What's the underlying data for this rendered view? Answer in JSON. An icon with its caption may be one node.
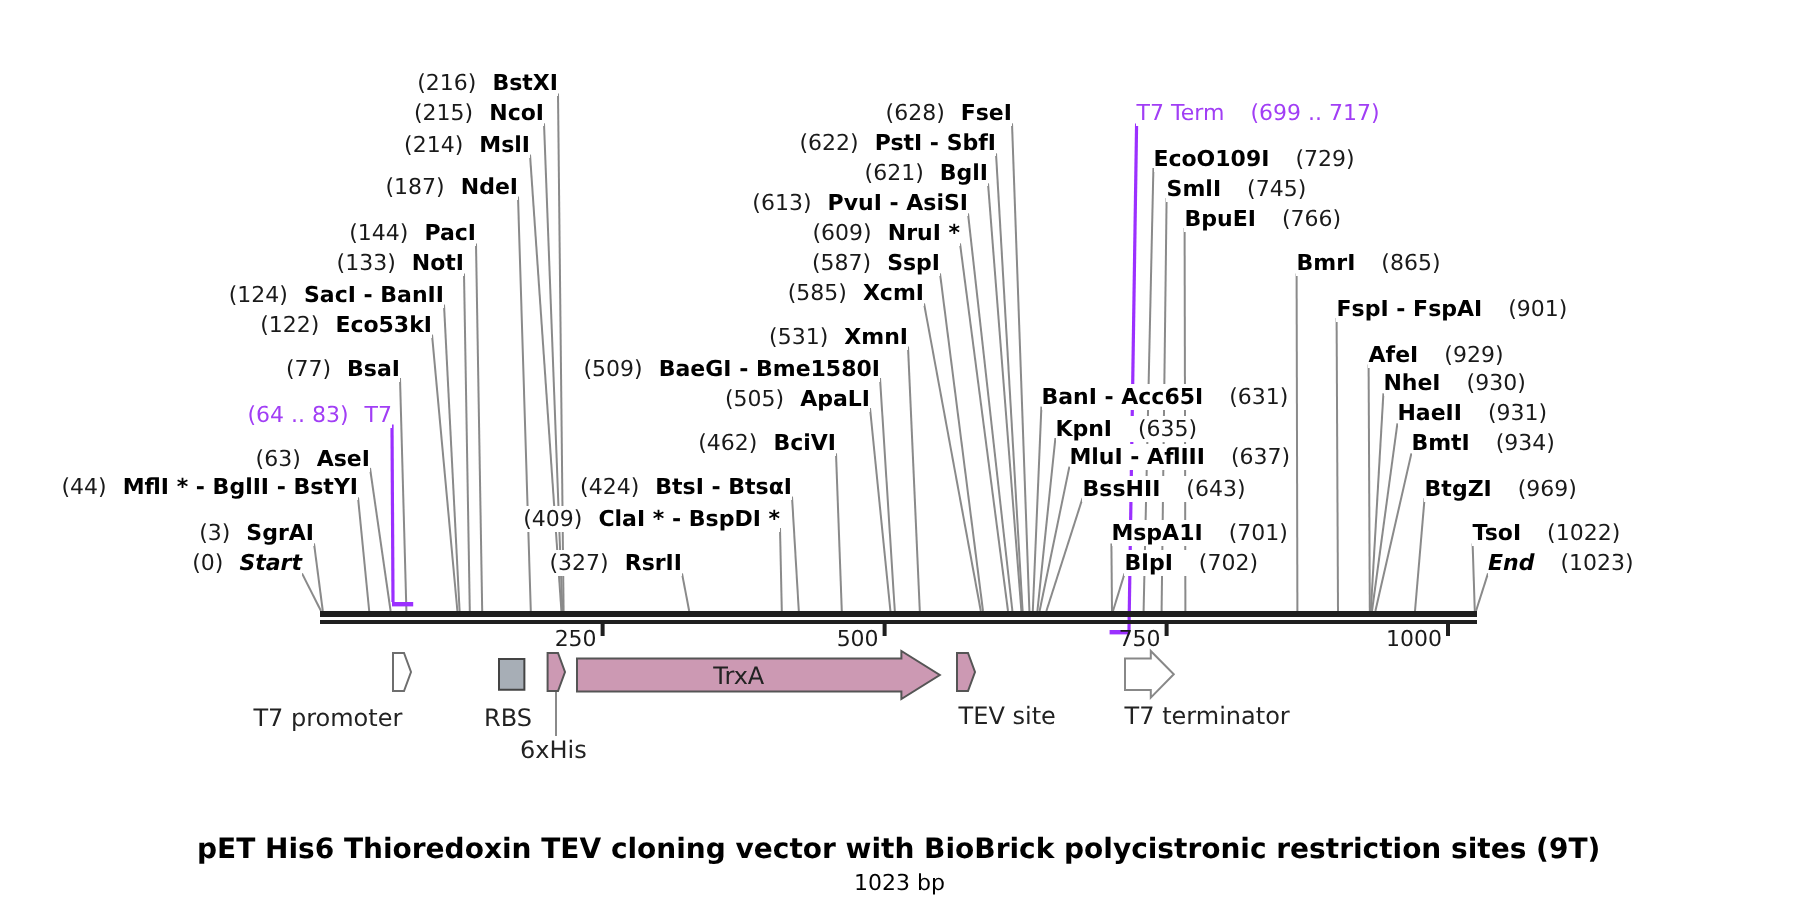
{
  "diagram": {
    "title": "pET His6 Thioredoxin TEV cloning vector with BioBrick polycistronic restriction sites (9T)",
    "caption": "1023 bp",
    "nodes": [
      {
        "text": [
          "(216)",
          "BstXI"
        ]
      },
      {
        "text": [
          "(215)",
          "NcoI"
        ]
      },
      {
        "text": [
          "(628)",
          "FseI"
        ]
      },
      {
        "text": [
          "T7 Term",
          "(699 .. 717)"
        ]
      },
      {
        "text": [
          "(214)",
          "MslI"
        ]
      },
      {
        "text": [
          "(622)",
          "PstI - SbfI"
        ]
      },
      {
        "text": [
          "EcoO109I",
          "(729)"
        ]
      },
      {
        "text": [
          "(621)",
          "BglI"
        ]
      },
      {
        "text": [
          "(187)",
          "NdeI"
        ]
      },
      {
        "text": [
          "SmlI",
          "(745)"
        ]
      },
      {
        "text": [
          "(613)",
          "PvuI - AsiSI"
        ]
      },
      {
        "text": [
          "BpuEI",
          "(766)"
        ]
      },
      {
        "text": [
          "(144)",
          "PacI"
        ]
      },
      {
        "text": [
          "(609)",
          "NruI *"
        ]
      },
      {
        "text": [
          "(133)",
          "NotI"
        ]
      },
      {
        "text": [
          "(587)",
          "SspI"
        ]
      },
      {
        "text": [
          "BmrI",
          "(865)"
        ]
      },
      {
        "text": [
          "(124)",
          "SacI - BanII"
        ]
      },
      {
        "text": [
          "(585)",
          "XcmI"
        ]
      },
      {
        "text": [
          "FspI - FspAI",
          "(901)"
        ]
      },
      {
        "text": [
          "(122)",
          "Eco53kI"
        ]
      },
      {
        "text": [
          "(531)",
          "XmnI"
        ]
      },
      {
        "text": [
          "AfeI",
          "(929)"
        ]
      },
      {
        "text": [
          "(77)",
          "BsaI"
        ]
      },
      {
        "text": [
          "(509)",
          "BaeGI - Bme1580I"
        ]
      },
      {
        "text": [
          "NheI",
          "(930)"
        ]
      },
      {
        "text": [
          "(505)",
          "ApaLI"
        ]
      },
      {
        "text": [
          "BanI - Acc65I",
          "(631)"
        ]
      },
      {
        "text": [
          "(64 .. 83)",
          "T7"
        ]
      },
      {
        "text": [
          "HaeII",
          "(931)"
        ]
      },
      {
        "text": [
          "KpnI",
          "(635)"
        ]
      },
      {
        "text": [
          "(462)",
          "BciVI"
        ]
      },
      {
        "text": [
          "BmtI",
          "(934)"
        ]
      },
      {
        "text": [
          "(63)",
          "AseI"
        ]
      },
      {
        "text": [
          "MluI - AflIII",
          "(637)"
        ]
      },
      {
        "text": [
          "(44)",
          "MflI * - BglII - BstYI"
        ]
      },
      {
        "text": [
          "(424)",
          "BtsI - BtsαI"
        ]
      },
      {
        "text": [
          "BssHII",
          "(643)"
        ]
      },
      {
        "text": [
          "BtgZI",
          "(969)"
        ]
      },
      {
        "text": [
          "(409)",
          "ClaI * - BspDI *"
        ]
      },
      {
        "text": [
          "(3)",
          "SgrAI"
        ]
      },
      {
        "text": [
          "MspA1I",
          "(701)"
        ]
      },
      {
        "text": [
          "TsoI",
          "(1022)"
        ]
      },
      {
        "text": [
          "(0)",
          "Start"
        ]
      },
      {
        "text": [
          "(327)",
          "RsrII"
        ]
      },
      {
        "text": [
          "BlpI",
          "(702)"
        ]
      },
      {
        "text": [
          "End",
          "(1023)"
        ]
      },
      {
        "text": [],
        "shape": "bar"
      },
      {
        "text": [],
        "shape": "bar"
      },
      {
        "text": [],
        "shape": "bar"
      },
      {
        "text": [
          "T7 promoter"
        ]
      },
      {
        "text": [
          "RBS"
        ]
      },
      {
        "text": [],
        "shape": "arrow"
      },
      {
        "text": [
          "TrxA"
        ]
      },
      {
        "text": [
          "TEV site"
        ]
      },
      {
        "text": [
          "T7 terminator"
        ]
      },
      {
        "text": [
          "6xHis"
        ]
      }
    ],
    "edges": [
      {
        "from": 0,
        "to": 48,
        "arrow": "none"
      },
      {
        "from": 1,
        "to": 48,
        "arrow": "none"
      },
      {
        "from": 2,
        "to": 48,
        "arrow": "none"
      },
      {
        "from": 3,
        "to": 49,
        "arrow": "none",
        "color": "#9b30ff"
      },
      {
        "from": 4,
        "to": 48,
        "arrow": "none"
      },
      {
        "from": 5,
        "to": 48,
        "arrow": "none"
      },
      {
        "from": 6,
        "to": 48,
        "arrow": "none"
      },
      {
        "from": 7,
        "to": 48,
        "arrow": "none"
      },
      {
        "from": 8,
        "to": 48,
        "arrow": "none"
      },
      {
        "from": 9,
        "to": 48,
        "arrow": "none"
      },
      {
        "from": 10,
        "to": 48,
        "arrow": "none"
      },
      {
        "from": 11,
        "to": 48,
        "arrow": "none"
      },
      {
        "from": 12,
        "to": 48,
        "arrow": "none"
      },
      {
        "from": 13,
        "to": 48,
        "arrow": "none"
      },
      {
        "from": 14,
        "to": 48,
        "arrow": "none"
      },
      {
        "from": 15,
        "to": 48,
        "arrow": "none"
      },
      {
        "from": 16,
        "to": 48,
        "arrow": "none"
      },
      {
        "from": 17,
        "to": 48,
        "arrow": "none"
      },
      {
        "from": 18,
        "to": 48,
        "arrow": "none"
      },
      {
        "from": 19,
        "to": 48,
        "arrow": "none"
      },
      {
        "from": 20,
        "to": 48,
        "arrow": "none"
      },
      {
        "from": 21,
        "to": 48,
        "arrow": "none"
      },
      {
        "from": 22,
        "to": 48,
        "arrow": "none"
      },
      {
        "from": 23,
        "to": 48,
        "arrow": "none"
      },
      {
        "from": 24,
        "to": 48,
        "arrow": "none"
      },
      {
        "from": 25,
        "to": 48,
        "arrow": "none"
      },
      {
        "from": 26,
        "to": 48,
        "arrow": "none"
      },
      {
        "from": 27,
        "to": 48,
        "arrow": "none"
      },
      {
        "from": 28,
        "to": 47,
        "arrow": "none",
        "color": "#9b30ff"
      },
      {
        "from": 29,
        "to": 48,
        "arrow": "none"
      },
      {
        "from": 30,
        "to": 48,
        "arrow": "none"
      },
      {
        "from": 31,
        "to": 48,
        "arrow": "none"
      },
      {
        "from": 32,
        "to": 48,
        "arrow": "none"
      },
      {
        "from": 33,
        "to": 48,
        "arrow": "none"
      },
      {
        "from": 34,
        "to": 48,
        "arrow": "none"
      },
      {
        "from": 35,
        "to": 48,
        "arrow": "none"
      },
      {
        "from": 36,
        "to": 48,
        "arrow": "none"
      },
      {
        "from": 37,
        "to": 48,
        "arrow": "none"
      },
      {
        "from": 38,
        "to": 48,
        "arrow": "none"
      },
      {
        "from": 39,
        "to": 48,
        "arrow": "none"
      },
      {
        "from": 40,
        "to": 48,
        "arrow": "none"
      },
      {
        "from": 41,
        "to": 48,
        "arrow": "none"
      },
      {
        "from": 42,
        "to": 48,
        "arrow": "none"
      },
      {
        "from": 43,
        "to": 48,
        "arrow": "none"
      },
      {
        "from": 44,
        "to": 48,
        "arrow": "none"
      },
      {
        "from": 45,
        "to": 48,
        "arrow": "none"
      },
      {
        "from": 46,
        "to": 48,
        "arrow": "none"
      },
      {
        "from": 56,
        "to": 52,
        "arrow": "none"
      }
    ],
    "labels": [
      "250",
      "500",
      "750",
      "1000"
    ]
  }
}
